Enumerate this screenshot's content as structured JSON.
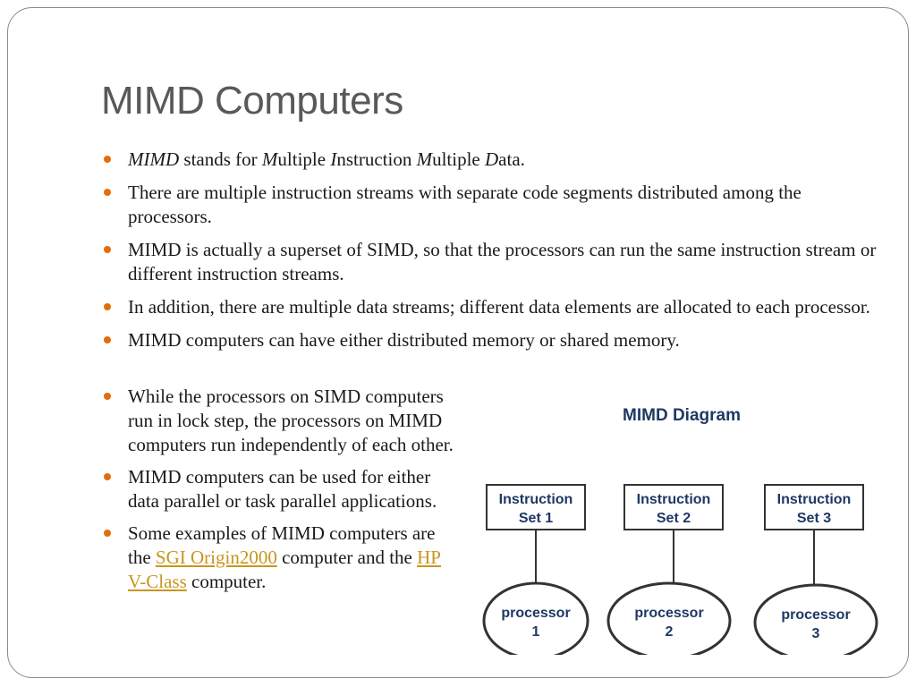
{
  "slide": {
    "title": "MIMD Computers"
  },
  "bullets": [
    {
      "parts": [
        {
          "text": "MIMD",
          "italic": true
        },
        {
          "text": " stands for "
        },
        {
          "text": "M",
          "italic": true
        },
        {
          "text": "ultiple "
        },
        {
          "text": "I",
          "italic": true
        },
        {
          "text": "nstruction "
        },
        {
          "text": "M",
          "italic": true
        },
        {
          "text": "ultiple "
        },
        {
          "text": "D",
          "italic": true
        },
        {
          "text": "ata."
        }
      ]
    },
    {
      "text": "There are multiple instruction streams with separate code segments distributed among the processors."
    },
    {
      "text": "MIMD is actually a superset of SIMD, so that the processors can run the same instruction stream or different instruction streams."
    },
    {
      "text": "In addition, there are multiple data streams; different data elements are allocated to each processor."
    },
    {
      "text": "MIMD computers can have either distributed memory or shared memory."
    }
  ],
  "lower_bullets": [
    {
      "text": "While the processors on SIMD computers run in lock step, the processors on MIMD computers run independently of each other."
    },
    {
      "text": "MIMD computers can be used for either data parallel or task parallel applications."
    },
    {
      "parts": [
        {
          "text": "Some examples of MIMD computers are the "
        },
        {
          "text": "SGI Origin2000",
          "link": true
        },
        {
          "text": " computer and the "
        },
        {
          "text": "HP V-Class",
          "link": true
        },
        {
          "text": " computer."
        }
      ]
    }
  ],
  "diagram": {
    "title": "MIMD Diagram",
    "instruction_sets": [
      {
        "line1": "Instruction",
        "line2": "Set 1"
      },
      {
        "line1": "Instruction",
        "line2": "Set 2"
      },
      {
        "line1": "Instruction",
        "line2": "Set 3"
      }
    ],
    "processors": [
      {
        "line1": "processor",
        "line2": "1"
      },
      {
        "line1": "processor",
        "line2": "2"
      },
      {
        "line1": "processor",
        "line2": "3"
      }
    ]
  },
  "colors": {
    "bullet": "#e46c0a",
    "title": "#595959",
    "link": "#c8961e",
    "diagram_text": "#1f3864"
  }
}
